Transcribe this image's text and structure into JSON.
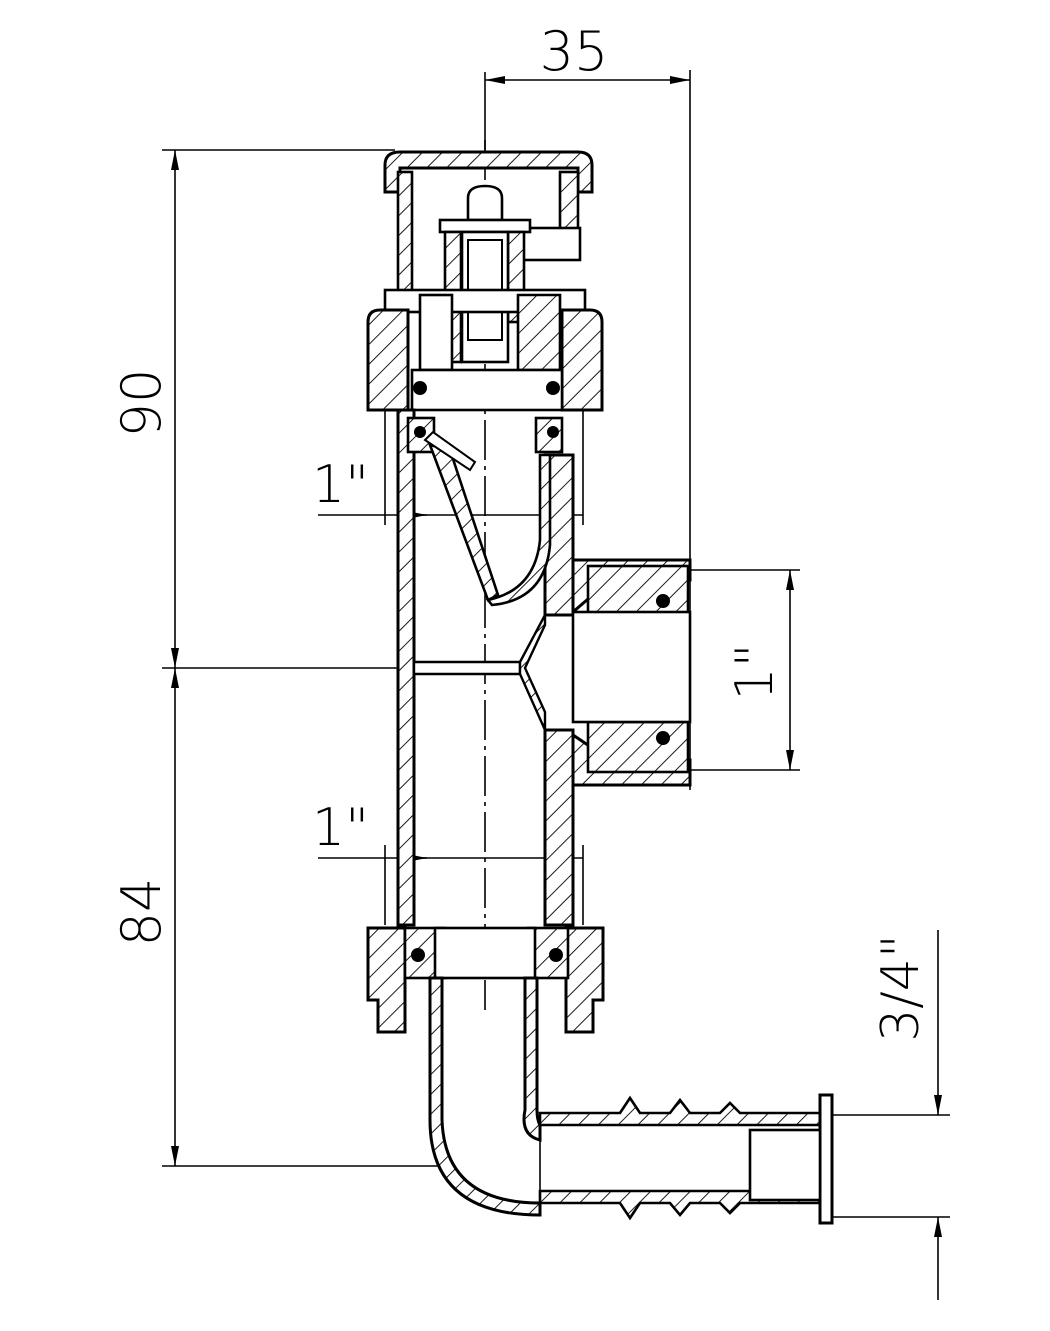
{
  "dimensions": {
    "top_width": "35",
    "upper_height": "90",
    "lower_height": "84",
    "upper_bore": "1\"",
    "lower_bore": "1\"",
    "side_outlet": "1\"",
    "hose_outlet": "3/4\""
  },
  "colors": {
    "line": "#000000",
    "background": "#ffffff"
  }
}
